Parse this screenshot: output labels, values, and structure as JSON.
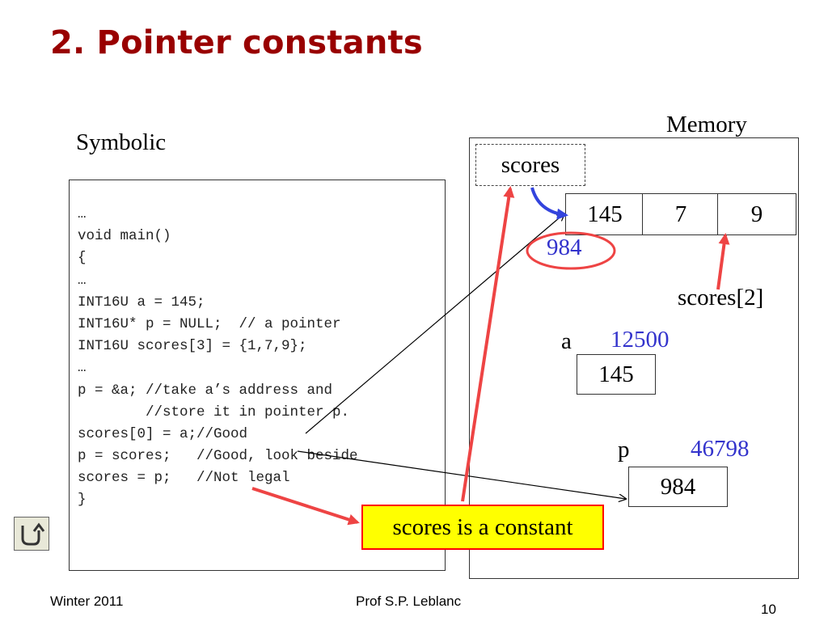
{
  "slide": {
    "title": "2. Pointer constants",
    "symbolic_label": "Symbolic",
    "memory_label": "Memory"
  },
  "code": {
    "lines": [
      "…",
      "void main()",
      "{",
      "…",
      "INT16U a = 145;",
      "INT16U* p = NULL;  // a pointer",
      "INT16U scores[3] = {1,7,9};",
      "…",
      "p = &a; //take a’s address and",
      "        //store it in pointer p.",
      "scores[0] = a;//Good",
      "p = scores;   //Good, look beside",
      "scores = p;   //Not legal",
      "}"
    ]
  },
  "memory": {
    "scores_label": "scores",
    "cells": [
      "145",
      "7",
      "9"
    ],
    "scores_address": "984",
    "scores2_label": "scores[2]",
    "a_label": "a",
    "a_address": "12500",
    "a_value": "145",
    "p_label": "p",
    "p_address": "46798",
    "p_value": "984"
  },
  "callout": {
    "text": "scores is a constant"
  },
  "footer": {
    "left": "Winter 2011",
    "center": "Prof S.P. Leblanc",
    "page": "10"
  },
  "colors": {
    "title": "#990000",
    "address_blue": "#3333cc",
    "arrow_red": "#ee4444",
    "arrow_blue": "#3344dd",
    "callout_fill": "#ffff00",
    "callout_border": "#ff0000"
  }
}
